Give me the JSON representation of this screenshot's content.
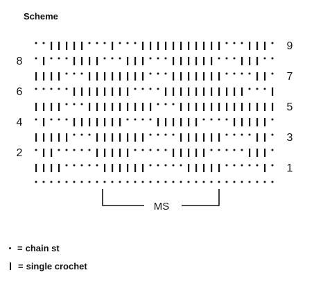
{
  "title": "Scheme",
  "row_labels_left": [
    "8",
    "6",
    "4",
    "2"
  ],
  "row_labels_right": [
    "9",
    "7",
    "5",
    "3",
    "1"
  ],
  "repeat_label": "MS",
  "legend": [
    {
      "symbol": "dot",
      "text": "chain st"
    },
    {
      "symbol": "bar",
      "text": "single crochet"
    }
  ],
  "legend_equals": "=",
  "chart_rows": [
    "..IIIII...I...IIIIIIIIIII...III.",
    ".I...IIII...III...IIIIII...III..",
    "IIII...IIIIIIII...IIIIIII....II.",
    ".....IIIIIIII....IIIIIIIIIII...I",
    "IIII...IIIIIIIII...IIIIIIIIIIIII",
    ".I...IIIIIII....IIIIII....IIIII.",
    "IIIII...IIIIIII....IIIIII....II.",
    ".II.....IIIII.....IIIII.....III.",
    "IIII.....IIIIII.....IIIII.....I."
  ]
}
